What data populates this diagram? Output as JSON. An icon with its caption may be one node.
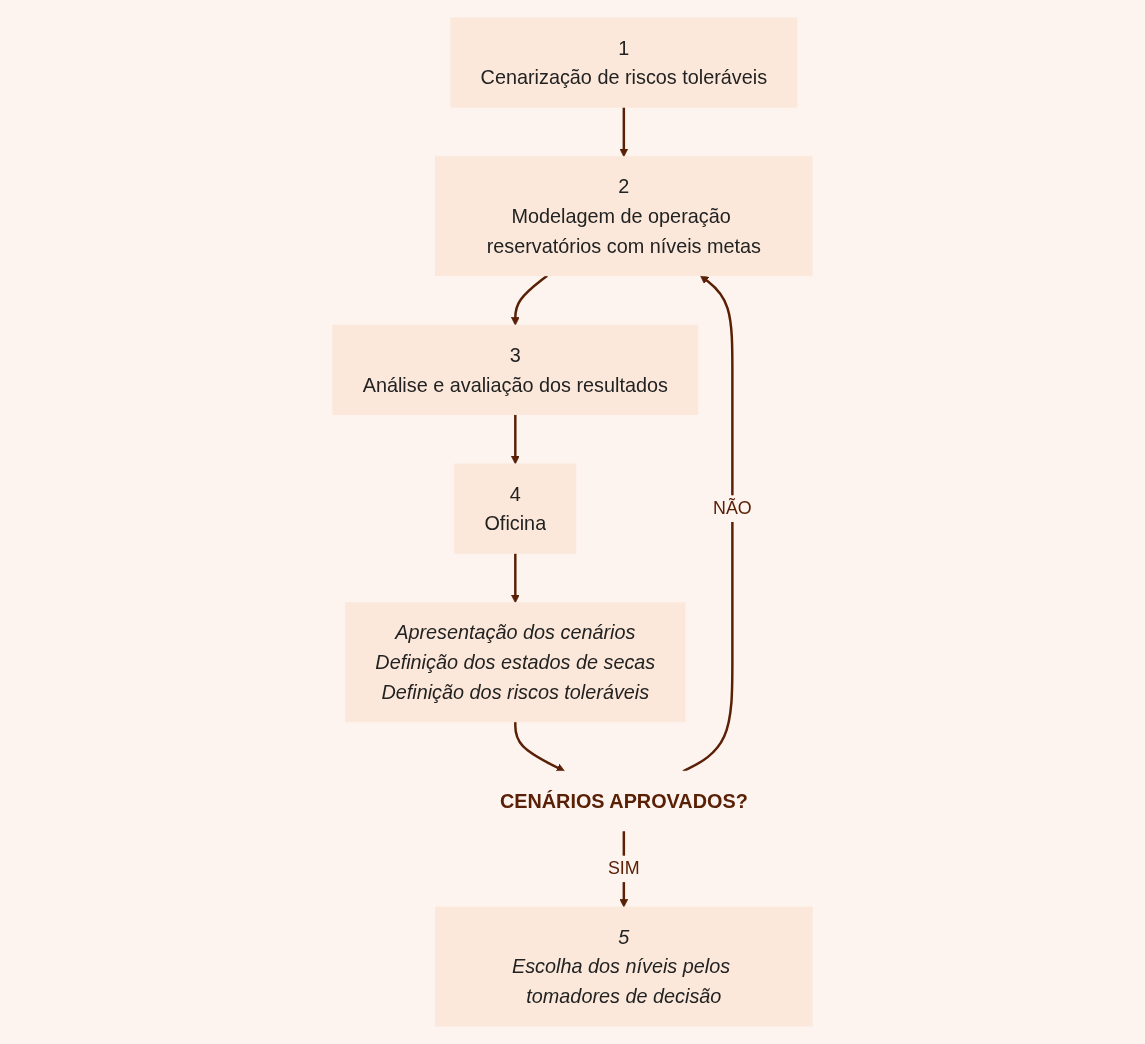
{
  "diagram": {
    "nodes": [
      {
        "text": [
          "1",
          "Cenarização de riscos toleráveis"
        ]
      },
      {
        "text": [
          "2",
          "Modelagem de operação reservatórios com níveis metas"
        ]
      },
      {
        "text": [
          "3",
          "Análise e avaliação dos resultados"
        ]
      },
      {
        "text": [
          "4",
          "Oficina"
        ]
      },
      {
        "text": [
          "Apresentação dos cenários",
          "Definição dos estados de secas",
          "Definição dos riscos toleráveis"
        ]
      },
      {
        "text": [
          "CENÁRIOS APROVADOS?"
        ]
      },
      {
        "text": [
          "5",
          "Escolha dos níveis pelos tomadores de decisão"
        ]
      }
    ],
    "edges": [
      {
        "from": 0,
        "to": 1,
        "arrow": "to"
      },
      {
        "from": 1,
        "to": 2,
        "arrow": "to"
      },
      {
        "from": 2,
        "to": 3,
        "arrow": "to"
      },
      {
        "from": 3,
        "to": 4,
        "arrow": "to"
      },
      {
        "from": 4,
        "to": 5,
        "arrow": "to"
      },
      {
        "from": 5,
        "to": 6,
        "label": "SIM",
        "arrow": "to"
      },
      {
        "from": 5,
        "to": 1,
        "label": "NÃO",
        "arrow": "to"
      }
    ]
  }
}
